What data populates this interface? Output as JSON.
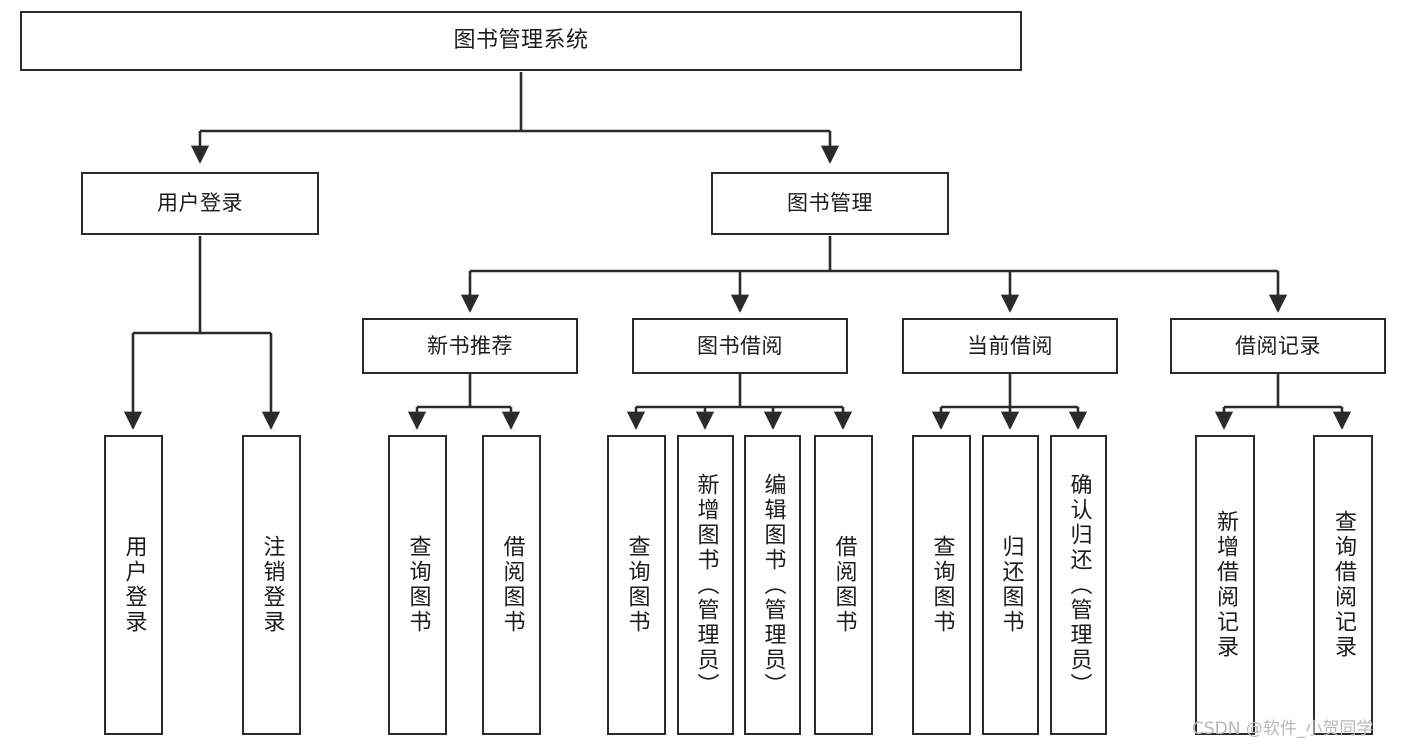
{
  "diagram": {
    "title": "图书管理系统",
    "type": "function-structure-tree",
    "colors": {
      "box_border": "#2b2b2b",
      "box_fill": "#ffffff",
      "edge": "#2b2b2b",
      "text": "#1c1c1c",
      "watermark": "#b9b9b9",
      "background": "#ffffff"
    },
    "watermark": "CSDN @软件_小贺同学"
  },
  "nodes": {
    "root": {
      "label": "图书管理系统"
    },
    "level1": [
      {
        "label": "用户登录"
      },
      {
        "label": "图书管理"
      }
    ],
    "level2": [
      {
        "label": "新书推荐"
      },
      {
        "label": "图书借阅"
      },
      {
        "label": "当前借阅"
      },
      {
        "label": "借阅记录"
      }
    ],
    "leaves": {
      "user_login": [
        {
          "label": "用户登录"
        },
        {
          "label": "注销登录"
        }
      ],
      "new_book_recommend": [
        {
          "label": "查询图书"
        },
        {
          "label": "借阅图书"
        }
      ],
      "book_borrow": [
        {
          "label": "查询图书"
        },
        {
          "label": "新增图书（管理员）"
        },
        {
          "label": "编辑图书（管理员）"
        },
        {
          "label": "借阅图书"
        }
      ],
      "current_borrow": [
        {
          "label": "查询图书"
        },
        {
          "label": "归还图书"
        },
        {
          "label": "确认归还（管理员）"
        }
      ],
      "borrow_record": [
        {
          "label": "新增借阅记录"
        },
        {
          "label": "查询借阅记录"
        }
      ]
    }
  }
}
